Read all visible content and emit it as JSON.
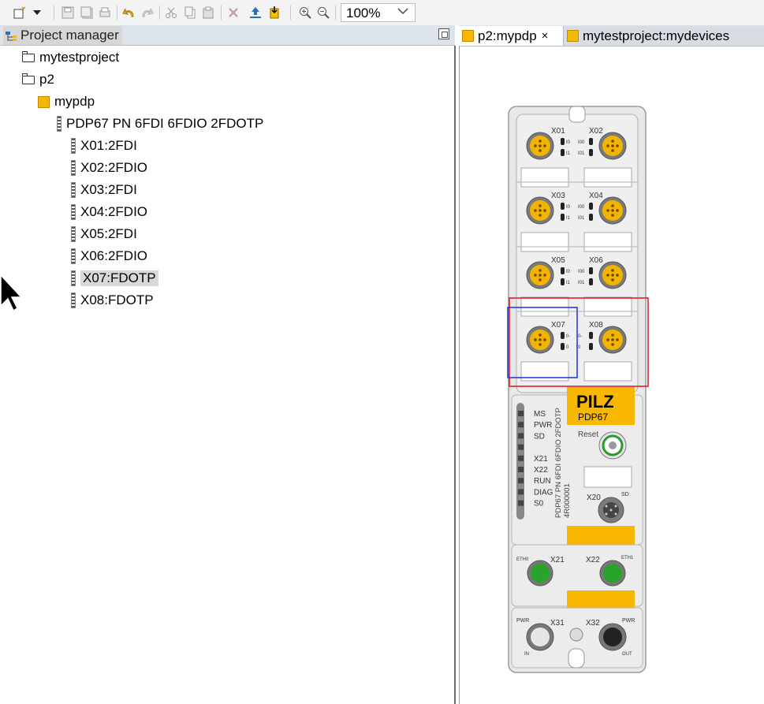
{
  "toolbar": {
    "zoom_value": "100%",
    "buttons": [
      "new-icon",
      "dropdown-arrow-icon",
      "save-icon",
      "save-all-icon",
      "print-icon",
      "undo-icon",
      "redo-icon",
      "cut-icon",
      "copy-icon",
      "paste-icon",
      "delete-icon",
      "upload-icon",
      "download-icon",
      "zoom-in-icon",
      "zoom-out-icon"
    ]
  },
  "project_manager": {
    "title": "Project manager",
    "tree": [
      {
        "label": "mytestproject",
        "icon": "folder-open-icon",
        "level": 0
      },
      {
        "label": "p2",
        "icon": "folder-open-icon",
        "level": 0
      },
      {
        "label": "mypdp",
        "icon": "device-icon",
        "level": 1
      },
      {
        "label": "PDP67 PN 6FDI 6FDIO 2FDOTP",
        "icon": "module-icon",
        "level": 2
      },
      {
        "label": "X01:2FDI",
        "icon": "module-icon",
        "level": 3
      },
      {
        "label": "X02:2FDIO",
        "icon": "module-icon",
        "level": 3
      },
      {
        "label": "X03:2FDI",
        "icon": "module-icon",
        "level": 3
      },
      {
        "label": "X04:2FDIO",
        "icon": "module-icon",
        "level": 3
      },
      {
        "label": "X05:2FDI",
        "icon": "module-icon",
        "level": 3
      },
      {
        "label": "X06:2FDIO",
        "icon": "module-icon",
        "level": 3
      },
      {
        "label": "X07:FDOTP",
        "icon": "module-icon",
        "level": 3,
        "selected": true
      },
      {
        "label": "X08:FDOTP",
        "icon": "module-icon",
        "level": 3
      }
    ]
  },
  "editor": {
    "tabs": [
      {
        "label": "p2:mypdp",
        "active": true,
        "close": "×"
      },
      {
        "label": "mytestproject:mydevices",
        "active": false
      }
    ]
  },
  "device": {
    "brand": "PILZ",
    "model": "PDP67",
    "vertical_name": "PDP67 PN 6FDI 6FDIO 2FDOTP",
    "vertical_code": "4R000001",
    "ports": [
      {
        "left": "X01",
        "right": "X02",
        "io_left": [
          "I0",
          "I1"
        ],
        "io_right": [
          "I00",
          "I01"
        ]
      },
      {
        "left": "X03",
        "right": "X04",
        "io_left": [
          "I0",
          "I1"
        ],
        "io_right": [
          "I00",
          "I01"
        ]
      },
      {
        "left": "X05",
        "right": "X06",
        "io_left": [
          "I0",
          "I1"
        ],
        "io_right": [
          "I00",
          "I01"
        ]
      },
      {
        "left": "X07",
        "right": "X08",
        "io_left": [
          "0-",
          "0"
        ],
        "io_right": [
          "0-",
          "0"
        ]
      }
    ],
    "leds": [
      "MS",
      "PWR",
      "SD",
      "",
      "X21",
      "X22",
      "RUN",
      "DIAG",
      "S0"
    ],
    "reset_label": "Reset",
    "x20_label": "X20",
    "sd_label": "SD",
    "x21_label": "X21",
    "x22_label": "X22",
    "eth0_label": "ETH0",
    "eth1_label": "ETH1",
    "x31_label": "X31",
    "x32_label": "X32",
    "pwr_label": "PWR",
    "in_label": "IN",
    "out_label": "OUT",
    "colors": {
      "connector": "#f3b400",
      "eth": "#2aa32a",
      "housing": "#e9e9e9",
      "yellow": "#f9b800"
    }
  }
}
